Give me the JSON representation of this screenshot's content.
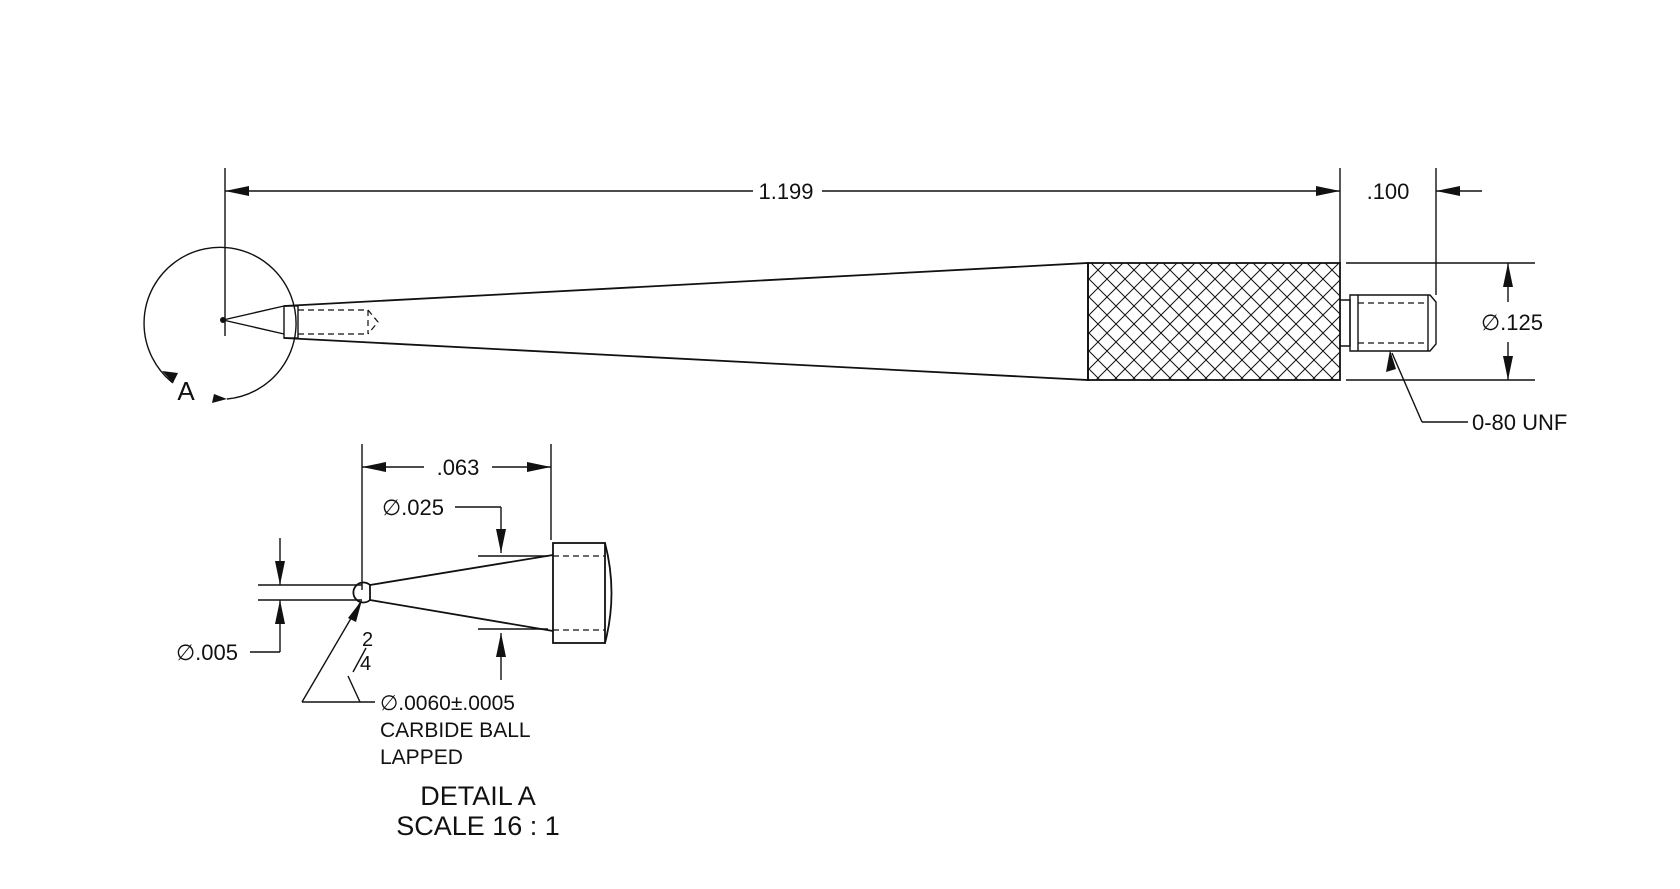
{
  "main_view": {
    "overall_length": "1.199",
    "thread_length": ".100",
    "body_diameter": "∅.125",
    "thread_callout": "0-80 UNF",
    "detail_label": "A"
  },
  "detail_view": {
    "tip_length": ".063",
    "tip_diameter": "∅.025",
    "stem_diameter": "∅.005",
    "weld_symbol_top": "2",
    "weld_symbol_bottom": "4",
    "ball_note_line1": "∅.0060±.0005",
    "ball_note_line2": "CARBIDE BALL",
    "ball_note_line3": "LAPPED",
    "title": "DETAIL A",
    "scale": "SCALE 16 : 1"
  }
}
